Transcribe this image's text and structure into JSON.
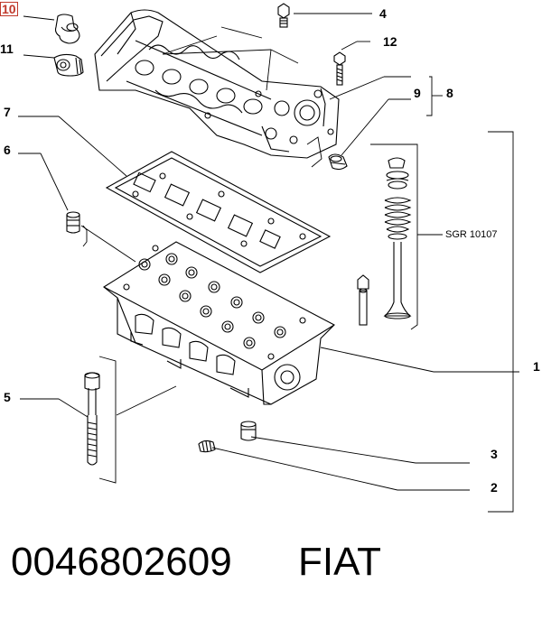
{
  "diagram": {
    "callouts": {
      "c1": "1",
      "c2": "2",
      "c3": "3",
      "c4": "4",
      "c5": "5",
      "c6": "6",
      "c7": "7",
      "c8": "8",
      "c9": "9",
      "c10": "10",
      "c11": "11",
      "c12": "12"
    },
    "sgr_label": "SGR 10107"
  },
  "footer": {
    "part_number": "0046802609",
    "brand": "FIAT"
  },
  "colors": {
    "ink": "#000000",
    "highlight_box": "#c0392b",
    "background": "#ffffff"
  }
}
